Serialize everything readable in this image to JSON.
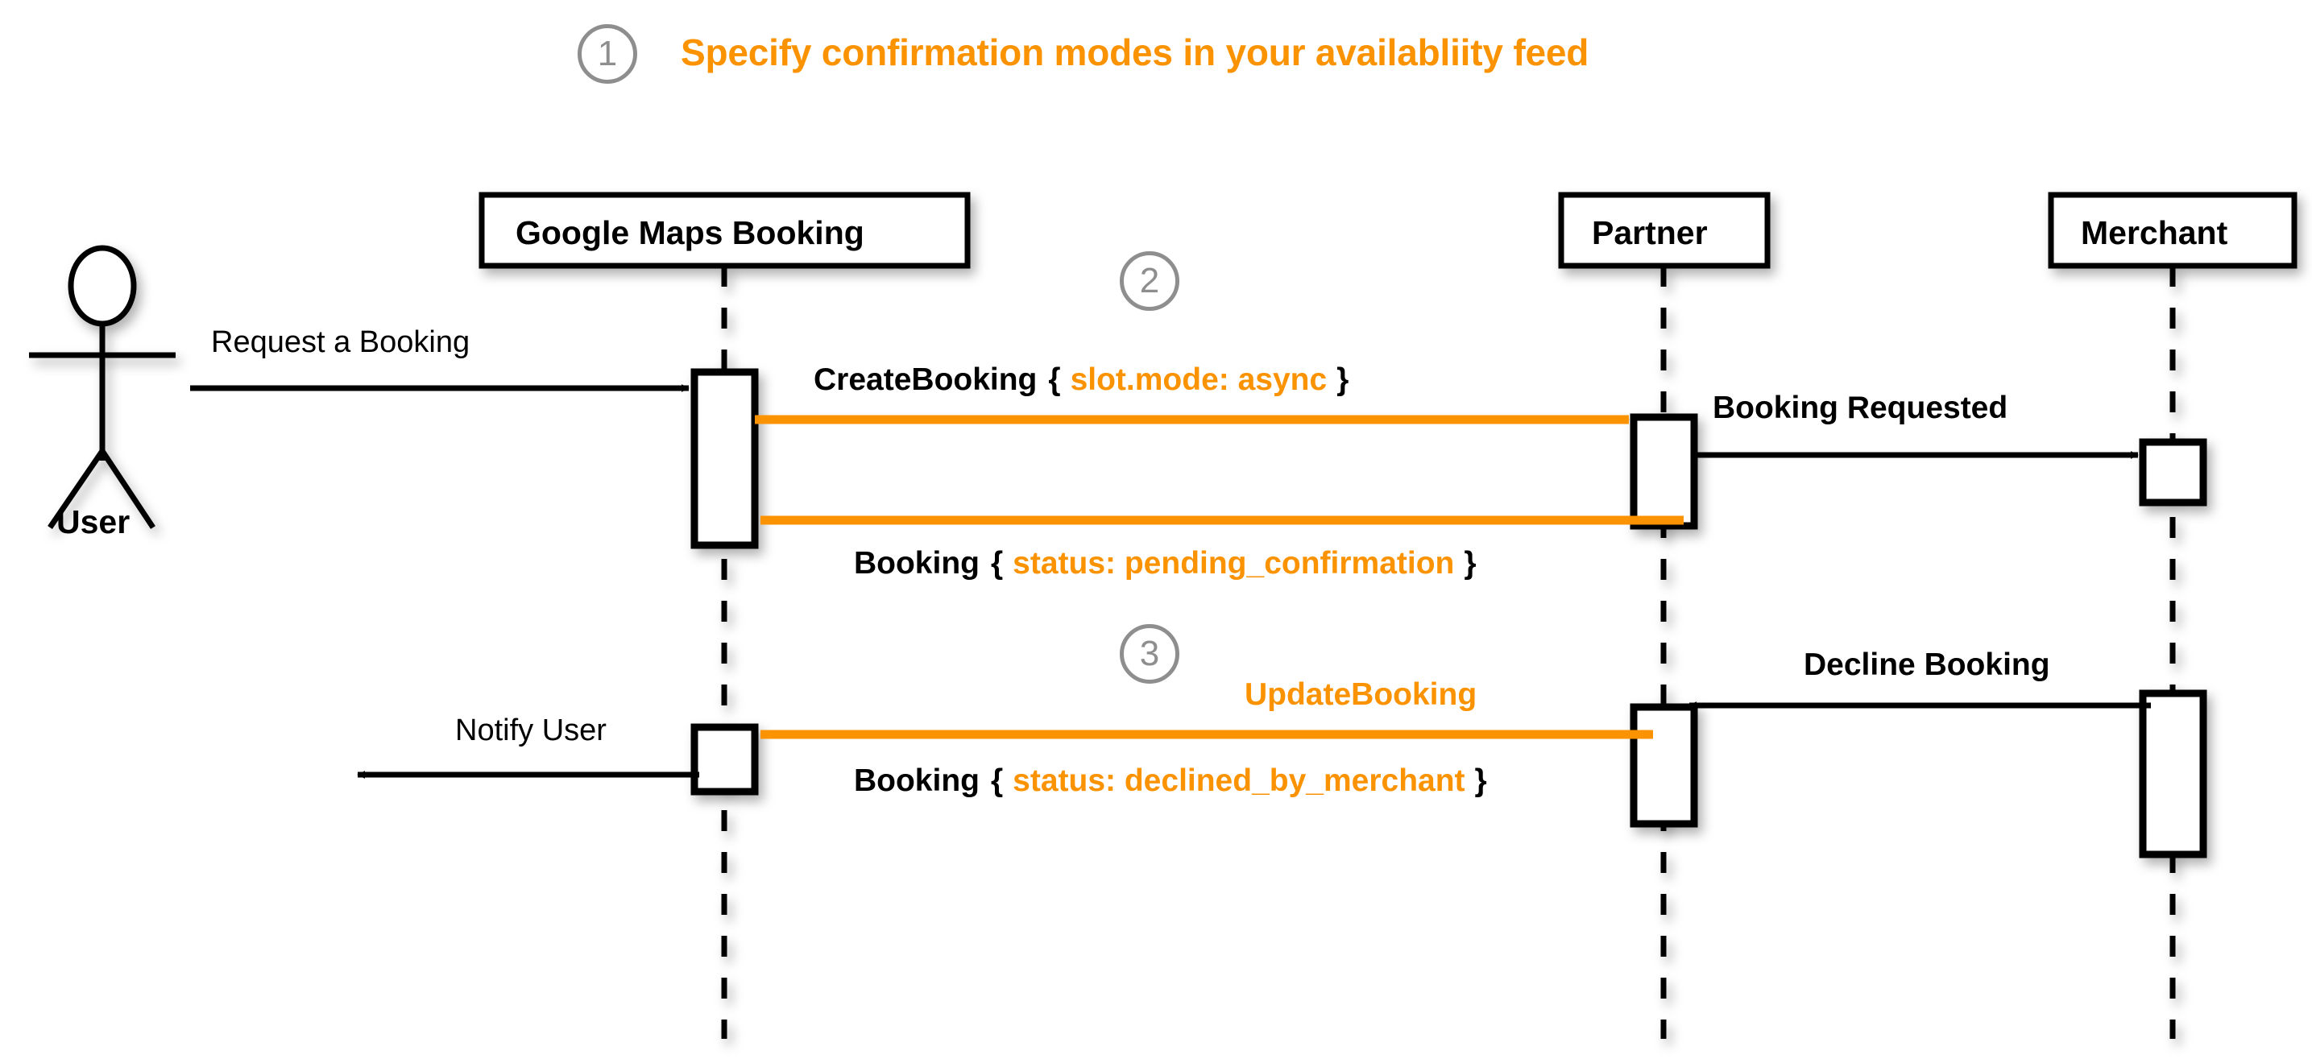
{
  "diagram": {
    "type": "uml-sequence-diagram",
    "background": "#ffffff",
    "accent_color": "#FB9200",
    "line_color": "#000000",
    "step_circle_color": "#8E8E8E"
  },
  "title": {
    "step": "1",
    "text": "Specify confirmation modes in your availabliity feed"
  },
  "actor": {
    "label": "User"
  },
  "lifelines": [
    {
      "id": "gmb",
      "label": "Google Maps Booking"
    },
    {
      "id": "partner",
      "label": "Partner"
    },
    {
      "id": "merchant",
      "label": "Merchant"
    }
  ],
  "steps": [
    {
      "number": "2"
    },
    {
      "number": "3"
    }
  ],
  "messages": [
    {
      "id": "request-a-booking",
      "label": "Request a Booking",
      "from": "user",
      "to": "gmb",
      "color": "black",
      "style": "plain",
      "direction": "right"
    },
    {
      "id": "create-booking",
      "label_black_prefix": "CreateBooking",
      "label_brace_open": "{",
      "label_accent": "slot.mode: async",
      "label_brace_close": "}",
      "from": "gmb",
      "to": "partner",
      "color": "orange",
      "direction": "right"
    },
    {
      "id": "booking-requested",
      "label": "Booking Requested",
      "from": "partner",
      "to": "merchant",
      "color": "black",
      "style": "bold",
      "direction": "right"
    },
    {
      "id": "booking-pending-confirmation",
      "label_black_prefix": "Booking",
      "label_brace_open": "{",
      "label_accent": "status: pending_confirmation",
      "label_brace_close": "}",
      "from": "partner",
      "to": "gmb",
      "color": "orange",
      "direction": "left"
    },
    {
      "id": "decline-booking",
      "label": "Decline Booking",
      "from": "merchant",
      "to": "partner",
      "color": "black",
      "style": "bold",
      "direction": "left"
    },
    {
      "id": "update-booking",
      "label_accent": "UpdateBooking",
      "label_black_prefix": "Booking",
      "label_brace_open": "{",
      "label_accent2": "status: declined_by_merchant",
      "label_brace_close": "}",
      "from": "partner",
      "to": "gmb",
      "color": "orange",
      "direction": "left"
    },
    {
      "id": "notify-user",
      "label": "Notify User",
      "from": "gmb",
      "to": "user",
      "color": "black",
      "style": "plain",
      "direction": "left"
    }
  ]
}
